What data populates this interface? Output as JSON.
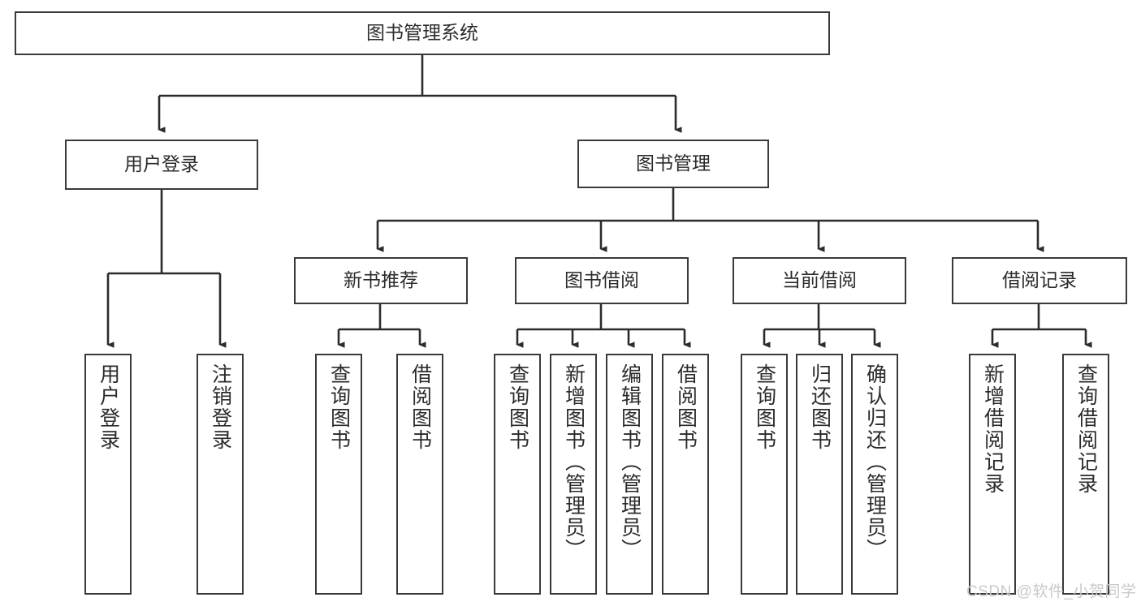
{
  "diagram": {
    "title": "图书管理系统",
    "type": "hierarchy-tree",
    "style": {
      "box_fill": "#ffffff",
      "box_border": "#3a3a3a",
      "text_color": "#2b2b2b",
      "edge_color": "#2b2b2b",
      "background": "#ffffff"
    },
    "nodes": {
      "root": {
        "label": "图书管理系统"
      },
      "level1": [
        {
          "label": "用户登录"
        },
        {
          "label": "图书管理"
        }
      ],
      "level2": [
        {
          "label": "新书推荐"
        },
        {
          "label": "图书借阅"
        },
        {
          "label": "当前借阅"
        },
        {
          "label": "借阅记录"
        }
      ],
      "leaves_user_login": [
        {
          "label": "用户登录"
        },
        {
          "label": "注销登录"
        }
      ],
      "leaves_new_book": [
        {
          "label": "查询图书"
        },
        {
          "label": "借阅图书"
        }
      ],
      "leaves_borrow": [
        {
          "label": "查询图书"
        },
        {
          "label": "新增图书（管理员）"
        },
        {
          "label": "编辑图书（管理员）"
        },
        {
          "label": "借阅图书"
        }
      ],
      "leaves_current": [
        {
          "label": "查询图书"
        },
        {
          "label": "归还图书"
        },
        {
          "label": "确认归还（管理员）"
        }
      ],
      "leaves_records": [
        {
          "label": "新增借阅记录"
        },
        {
          "label": "查询借阅记录"
        }
      ]
    }
  },
  "watermark": {
    "text": "CSDN @软件_小贺同学"
  }
}
